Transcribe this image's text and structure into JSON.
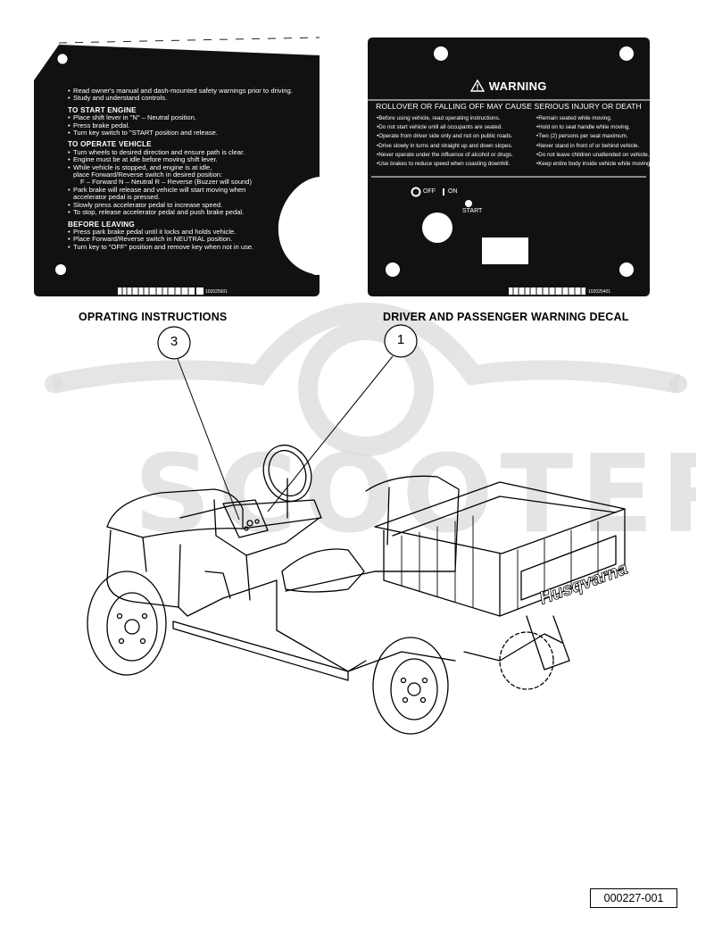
{
  "operating_decal": {
    "intro": [
      "Read owner's manual and dash-mounted safety warnings prior to driving.",
      "Study and understand controls."
    ],
    "sections": [
      {
        "heading": "TO START ENGINE",
        "items": [
          "Place shift lever in \"N\" – Neutral position.",
          "Press brake pedal.",
          "Turn key switch to \"START position and release."
        ]
      },
      {
        "heading": "TO OPERATE VEHICLE",
        "items": [
          "Turn wheels to desired direction and ensure path is clear.",
          "Engine must be at idle before moving shift lever."
        ],
        "shift_item": {
          "line1": "While vehicle is stopped, and engine is at idle,",
          "line2": "place Forward/Reverse switch in desired position:",
          "positions": "F – Forward     N – Neutral     R – Reverse (Buzzer will sound)"
        },
        "park_item": {
          "line1": "Park brake will release and vehicle will start moving when",
          "line2": "accelerator pedal is pressed."
        },
        "items_after": [
          "Slowly press accelerator pedal to increase speed.",
          "To stop, release accelerator pedal and push brake pedal."
        ]
      },
      {
        "heading": "BEFORE LEAVING",
        "items": [
          "Press park brake pedal until it locks and holds vehicle.",
          "Place Forward/Reverse switch in NEUTRAL position.",
          "Turn key to \"OFF\" position and remove key when not in use."
        ]
      }
    ],
    "part_number": "102025601",
    "caption": "OPRATING INSTRUCTIONS"
  },
  "warning_decal": {
    "title": "WARNING",
    "subtitle": "ROLLOVER OR FALLING OFF MAY CAUSE SERIOUS INJURY OR DEATH",
    "left_column": [
      "Before using vehicle, read operating instructions.",
      "Do not start vehicle until all occupants are seated.",
      "Operate from driver side only and not on public roads.",
      "Drive slowly in turns and straight up and down slopes.",
      "Never operate under the influence of alcohol or drugs.",
      "Use brakes to reduce speed when coasting downhill."
    ],
    "right_column": [
      "Remain seated while moving.",
      "Hold on to seat handle while moving.",
      "Two (2) persons per seat maximum.",
      "Never stand in front of or behind vehicle.",
      "Do not leave children unattended on vehicle.",
      "Keep entire body inside vehicle while moving."
    ],
    "switch_labels": {
      "off": "OFF",
      "on": "ON",
      "start": "START"
    },
    "part_number": "102025401",
    "caption": "DRIVER AND PASSENGER WARNING DECAL"
  },
  "callouts": [
    {
      "number": "3",
      "target": "operating instructions decal"
    },
    {
      "number": "1",
      "target": "driver and passenger warning decal"
    }
  ],
  "vehicle": {
    "brand_text": "Husqvarna"
  },
  "figure_id": "000227-001",
  "colors": {
    "decal": "#111111",
    "line": "#000000",
    "watermark": "#d9d9d9"
  }
}
